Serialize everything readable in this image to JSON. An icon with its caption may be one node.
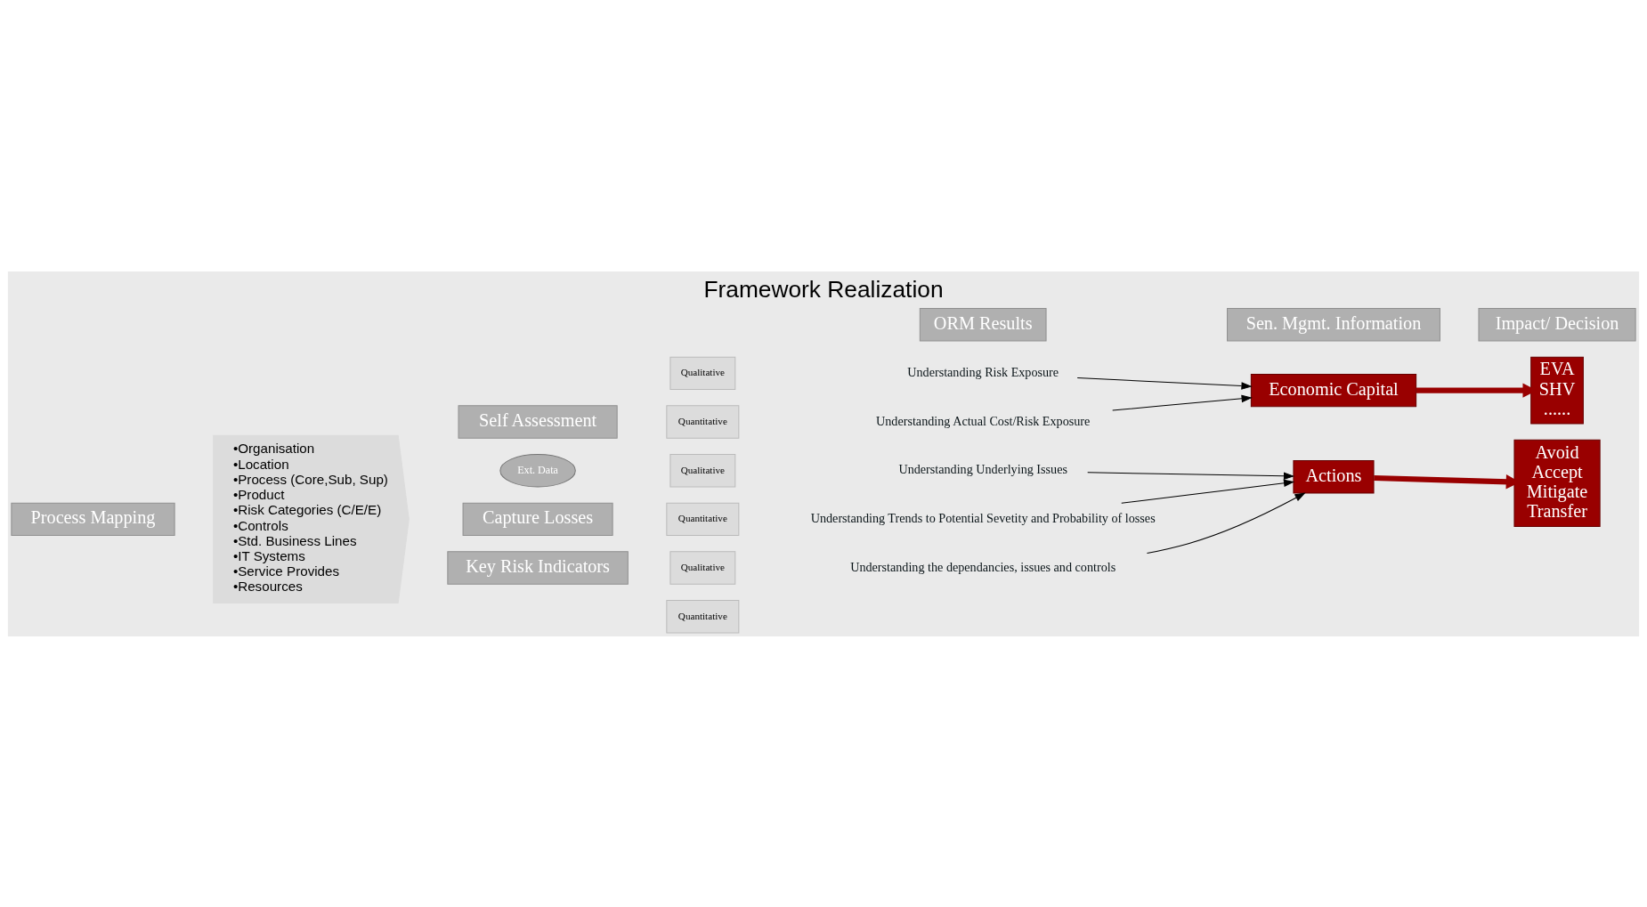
{
  "diagram": {
    "title": "Framework Realization",
    "nodes": [
      {
        "text": [
          "Process Mapping"
        ]
      },
      {
        "text": [
          "•Organisation",
          "•Location",
          "•Process (Core,Sub, Sup)",
          "•Product",
          "•Risk Categories (C/E/E)",
          "•Controls",
          "•Std. Business Lines",
          "•IT Systems",
          "•Service Provides",
          "•Resources"
        ]
      },
      {
        "text": [
          "Self Assessment"
        ]
      },
      {
        "text": [
          "Qualitative"
        ]
      },
      {
        "text": [
          "Quantitative"
        ]
      },
      {
        "text": [
          "Ext. Data"
        ]
      },
      {
        "text": [
          "Capture Losses"
        ]
      },
      {
        "text": [
          "Qualitative"
        ]
      },
      {
        "text": [
          "Quantitative"
        ]
      },
      {
        "text": [
          "Key Risk Indicators"
        ]
      },
      {
        "text": [
          "Qualitative"
        ]
      },
      {
        "text": [
          "Quantitative"
        ]
      },
      {
        "text": [
          "ORM Results"
        ]
      },
      {
        "text": [
          "Sen. Mgmt. Information"
        ]
      },
      {
        "text": [
          "Impact/ Decision"
        ]
      },
      {
        "text": [
          "Understanding Risk Exposure"
        ]
      },
      {
        "text": [
          "Understanding Actual Cost/Risk Exposure"
        ]
      },
      {
        "text": [
          "Economic Capital"
        ]
      },
      {
        "text": [
          "EVA",
          "SHV",
          "......"
        ]
      },
      {
        "text": [
          "Understanding Underlying Issues"
        ]
      },
      {
        "text": [
          "Understanding Trends to Potential Sevetity and Probability of losses"
        ]
      },
      {
        "text": [
          "Understanding the dependancies, issues and controls"
        ]
      },
      {
        "text": [
          "Actions"
        ]
      },
      {
        "text": [
          "Avoid",
          "Accept",
          "Mitigate",
          "Transfer"
        ]
      }
    ],
    "edges": [
      {
        "from": 15,
        "to": 17,
        "arrow": "to"
      },
      {
        "from": 16,
        "to": 17,
        "arrow": "to"
      },
      {
        "from": 17,
        "to": 18,
        "arrow": "to",
        "style": "thick",
        "color": "#990000"
      },
      {
        "from": 19,
        "to": 22,
        "arrow": "to"
      },
      {
        "from": 20,
        "to": 22,
        "arrow": "to"
      },
      {
        "from": 21,
        "to": 22,
        "arrow": "to"
      },
      {
        "from": 22,
        "to": 23,
        "arrow": "to",
        "style": "thick",
        "color": "#990000"
      }
    ]
  }
}
